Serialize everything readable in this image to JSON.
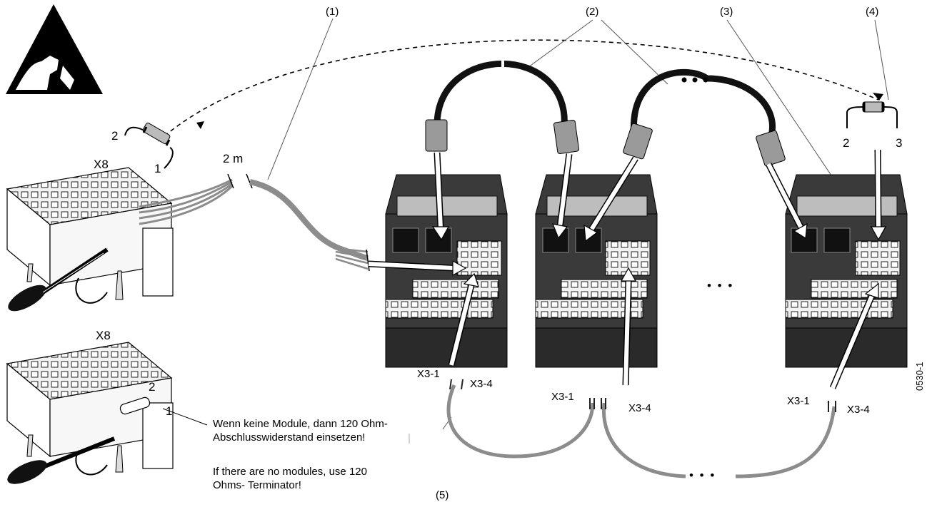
{
  "callouts": [
    "(1)",
    "(2)",
    "(3)",
    "(4)",
    "(5)"
  ],
  "cable_length": "2 m",
  "connector_label_top": "X8",
  "connector_label_bottom": "X8",
  "resistor_top": {
    "pin_a": "2",
    "pin_b": "1"
  },
  "resistor_bottom": {
    "pin_a": "2",
    "pin_b": "1"
  },
  "terminator": {
    "pin_a": "2",
    "pin_b": "3"
  },
  "terminals": {
    "dev1_left": "X3-1",
    "dev1_right": "X3-4",
    "dev2_left": "X3-1",
    "dev2_right": "X3-4",
    "dev3_left": "X3-1",
    "dev3_right": "X3-4"
  },
  "ellipsis": "• • •",
  "note_de": "Wenn keine Module, dann 120 Ohm-Abschlusswiderstand einsetzen!",
  "note_en": "If there are no modules, use 120 Ohms- Terminator!",
  "figure_id": "0530-1",
  "colors": {
    "ink": "#000000",
    "cable_gray": "#8c8c8c",
    "device_dark": "#3a3a3a"
  }
}
